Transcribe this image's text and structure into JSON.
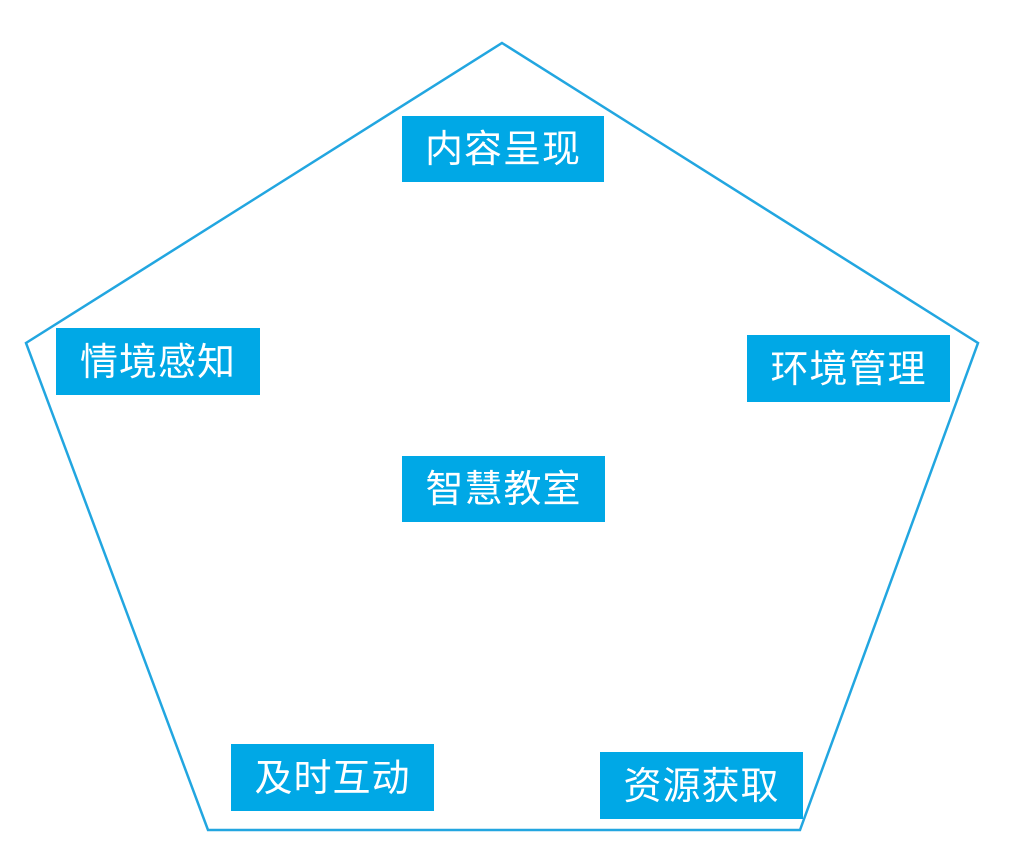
{
  "colors": {
    "accent": "#00a8e6",
    "outline": "#22a6e0",
    "label_text": "#ffffff",
    "background": "#ffffff"
  },
  "diagram": {
    "center": {
      "label": "智慧教室"
    },
    "nodes": [
      {
        "id": "top",
        "label": "内容呈现"
      },
      {
        "id": "right",
        "label": "环境管理"
      },
      {
        "id": "bottom-right",
        "label": "资源获取"
      },
      {
        "id": "bottom-left",
        "label": "及时互动"
      },
      {
        "id": "left",
        "label": "情境感知"
      }
    ]
  }
}
